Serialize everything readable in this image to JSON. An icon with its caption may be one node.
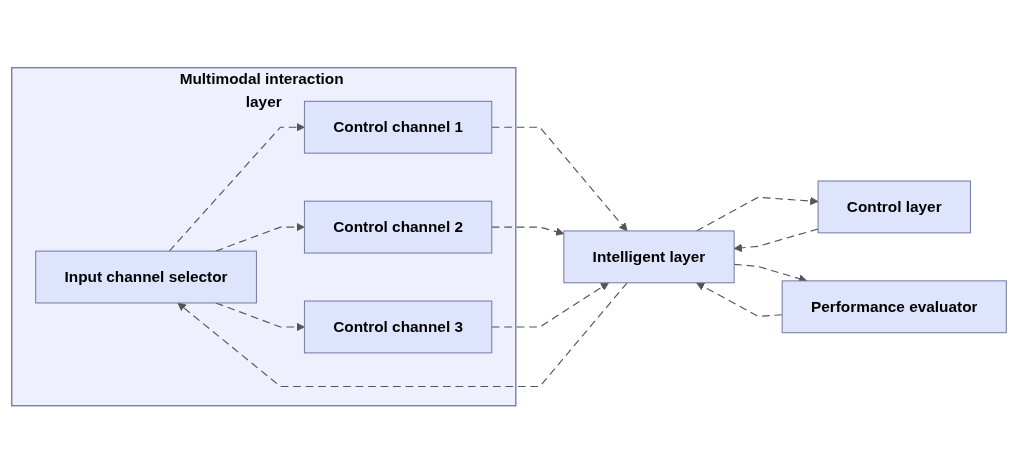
{
  "diagram": {
    "nodes": [
      {
        "text": [
          "Multimodal interaction layer"
        ]
      },
      {
        "text": [
          "Input channel selector"
        ],
        "in": 0
      },
      {
        "text": [
          "Control channel 1"
        ],
        "in": 0
      },
      {
        "text": [
          "Control channel 2"
        ],
        "in": 0
      },
      {
        "text": [
          "Control channel 3"
        ],
        "in": 0
      },
      {
        "text": [
          "Intelligent layer"
        ]
      },
      {
        "text": [
          "Control layer"
        ]
      },
      {
        "text": [
          "Performance evaluator"
        ]
      }
    ],
    "edges": [
      {
        "from": 1,
        "to": 2,
        "arrow": "to",
        "style": "dashed"
      },
      {
        "from": 1,
        "to": 3,
        "arrow": "to",
        "style": "dashed"
      },
      {
        "from": 1,
        "to": 4,
        "arrow": "to",
        "style": "dashed"
      },
      {
        "from": 2,
        "to": 5,
        "arrow": "to",
        "style": "dashed"
      },
      {
        "from": 3,
        "to": 5,
        "arrow": "to",
        "style": "dashed"
      },
      {
        "from": 4,
        "to": 5,
        "arrow": "to",
        "style": "dashed"
      },
      {
        "from": 5,
        "to": 1,
        "arrow": "to",
        "style": "dashed"
      },
      {
        "from": 6,
        "to": 5,
        "arrow": "to",
        "style": "dashed"
      },
      {
        "from": 5,
        "to": 6,
        "arrow": "to",
        "style": "dashed"
      },
      {
        "from": 5,
        "to": 7,
        "arrow": "to",
        "style": "dashed"
      },
      {
        "from": 7,
        "to": 5,
        "arrow": "to",
        "style": "dashed"
      }
    ]
  }
}
